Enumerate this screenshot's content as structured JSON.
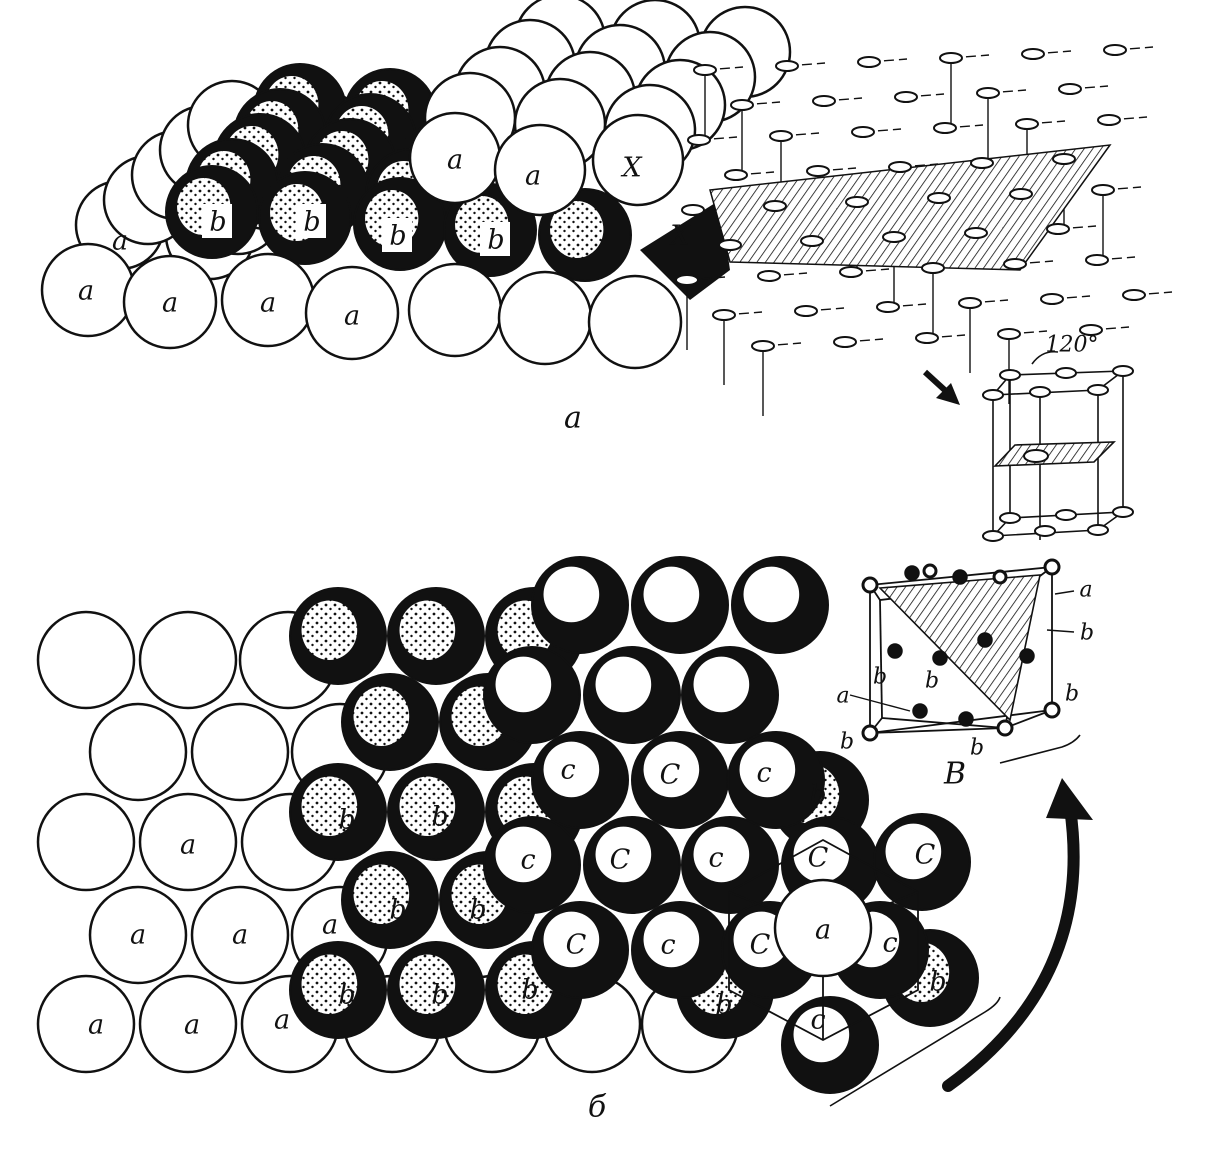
{
  "labels": {
    "layer_a": "a",
    "layer_b": "b",
    "layer_c": "c",
    "layer_c_alt": "C",
    "site_x": "X",
    "angle": "120°",
    "caption_a": "a",
    "caption_b": "б",
    "caption_v": "B"
  },
  "colors": {
    "ink": "#111111",
    "paper": "#ffffff"
  }
}
